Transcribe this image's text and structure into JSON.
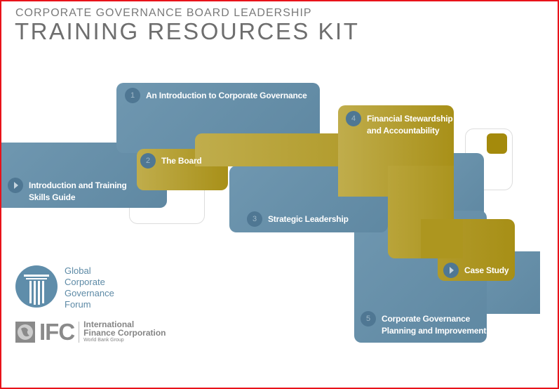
{
  "header": {
    "subtitle": "CORPORATE GOVERNANCE BOARD LEADERSHIP",
    "title": "TRAINING RESOURCES KIT"
  },
  "modules": [
    {
      "number": "",
      "label": "Introduction and Training Skills Guide",
      "line1": "Introduction and Training",
      "line2": "Skills Guide",
      "icon": "play-icon"
    },
    {
      "number": "1",
      "label": "An Introduction to Corporate Governance"
    },
    {
      "number": "2",
      "label": "The Board"
    },
    {
      "number": "3",
      "label": "Strategic Leadership"
    },
    {
      "number": "4",
      "line1": "Financial Stewardship",
      "line2": "and Accountability"
    },
    {
      "number": "",
      "label": "Case Study",
      "icon": "play-icon"
    },
    {
      "number": "5",
      "line1": "Corporate Governance",
      "line2": "Planning and Improvement"
    }
  ],
  "logos": {
    "ggcf": {
      "line1": "Global",
      "line2": "Corporate",
      "line3": "Governance",
      "line4": "Forum"
    },
    "ifc": {
      "mark": "IFC",
      "line1": "International",
      "line2": "Finance Corporation",
      "line3": "World Bank Group"
    }
  },
  "colors": {
    "blue": "#6a92ab",
    "gold": "#b3a032",
    "border": "#e8121a"
  }
}
